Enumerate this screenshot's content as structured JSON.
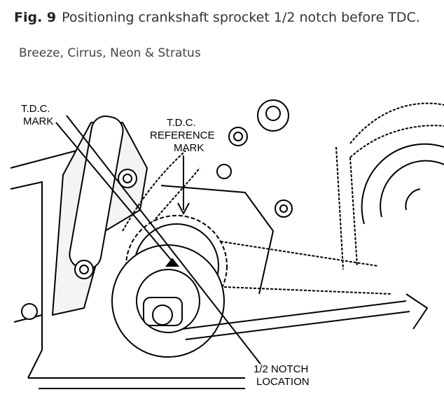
{
  "figure": {
    "number": "Fig. 9",
    "caption": "Positioning crankshaft sprocket 1/2 notch before TDC.",
    "applies_to": "Breeze, Cirrus, Neon & Stratus"
  },
  "diagram": {
    "labels": {
      "tdc_mark_1": "T.D.C.",
      "tdc_mark_2": "MARK",
      "ref_mark_1": "T.D.C.",
      "ref_mark_2": "REFERENCE",
      "ref_mark_3": "MARK",
      "notch_1": "1/2 NOTCH",
      "notch_2": "LOCATION"
    }
  }
}
